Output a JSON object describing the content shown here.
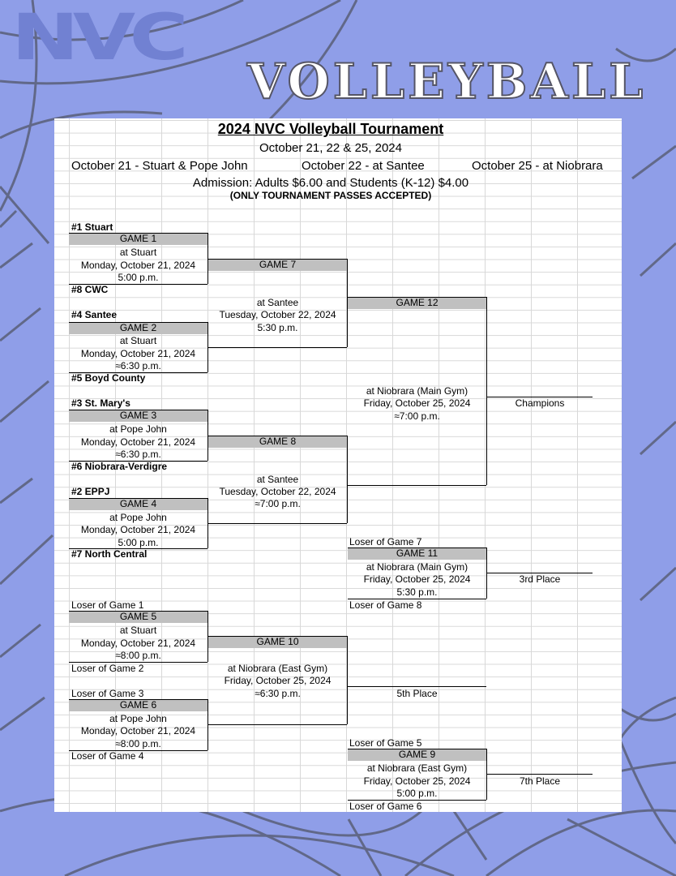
{
  "branding": {
    "logo_text": "NVC",
    "banner_text": "VOLLEYBALL"
  },
  "header": {
    "title": "2024 NVC Volleyball Tournament",
    "dates": "October 21, 22 & 25, 2024",
    "venue_1": "October 21 - Stuart & Pope John",
    "venue_2": "October 22 - at Santee",
    "venue_3": "October 25 - at Niobrara",
    "admission": "Admission:  Adults $6.00 and Students (K-12) $4.00",
    "passes_note": "(ONLY TOURNAMENT PASSES ACCEPTED)"
  },
  "teams": {
    "seed1": "#1  Stuart",
    "seed8": "#8  CWC",
    "seed4": "#4  Santee",
    "seed5": "#5  Boyd County",
    "seed3": "#3  St. Mary's",
    "seed6": "#6  Niobrara-Verdigre",
    "seed2": "#2  EPPJ",
    "seed7": "#7  North Central"
  },
  "games": {
    "g1": {
      "label": "GAME 1",
      "site": "at Stuart",
      "date": "Monday, October 21, 2024",
      "time": "5:00 p.m."
    },
    "g2": {
      "label": "GAME 2",
      "site": "at Stuart",
      "date": "Monday, October 21, 2024",
      "time": "≈6:30 p.m."
    },
    "g3": {
      "label": "GAME 3",
      "site": "at Pope John",
      "date": "Monday, October 21, 2024",
      "time": "≈6:30 p.m."
    },
    "g4": {
      "label": "GAME 4",
      "site": "at Pope John",
      "date": "Monday, October 21, 2024",
      "time": "5:00 p.m."
    },
    "g5": {
      "label": "GAME 5",
      "site": "at Stuart",
      "date": "Monday, October 21, 2024",
      "time": "≈8:00 p.m."
    },
    "g6": {
      "label": "GAME 6",
      "site": "at Pope John",
      "date": "Monday, October 21, 2024",
      "time": "≈8:00 p.m."
    },
    "g7": {
      "label": "GAME 7",
      "site": "at Santee",
      "date": "Tuesday, October 22, 2024",
      "time": "5:30 p.m."
    },
    "g8": {
      "label": "GAME 8",
      "site": "at Santee",
      "date": "Tuesday, October 22, 2024",
      "time": "≈7:00 p.m."
    },
    "g9": {
      "label": "GAME 9",
      "site": "at Niobrara (East Gym)",
      "date": "Friday, October 25, 2024",
      "time": "5:00 p.m."
    },
    "g10": {
      "label": "GAME 10",
      "site": "at Niobrara (East Gym)",
      "date": "Friday, October 25, 2024",
      "time": "≈6:30 p.m."
    },
    "g11": {
      "label": "GAME 11",
      "site": "at Niobrara (Main Gym)",
      "date": "Friday, October 25, 2024",
      "time": "5:30 p.m."
    },
    "g12": {
      "label": "GAME 12",
      "site": "at Niobrara (Main Gym)",
      "date": "Friday, October 25, 2024",
      "time": "≈7:00 p.m."
    }
  },
  "slots": {
    "loser_g1": "Loser of Game 1",
    "loser_g2": "Loser of Game 2",
    "loser_g3": "Loser of Game 3",
    "loser_g4": "Loser of Game 4",
    "loser_g5": "Loser of Game 5",
    "loser_g6": "Loser of Game 6",
    "loser_g7": "Loser of Game 7",
    "loser_g8": "Loser of Game 8"
  },
  "places": {
    "champions": "Champions",
    "third": "3rd Place",
    "fifth": "5th Place",
    "seventh": "7th Place"
  },
  "colors": {
    "background": "#8f9ee8",
    "game_header": "#c0c0c0"
  }
}
